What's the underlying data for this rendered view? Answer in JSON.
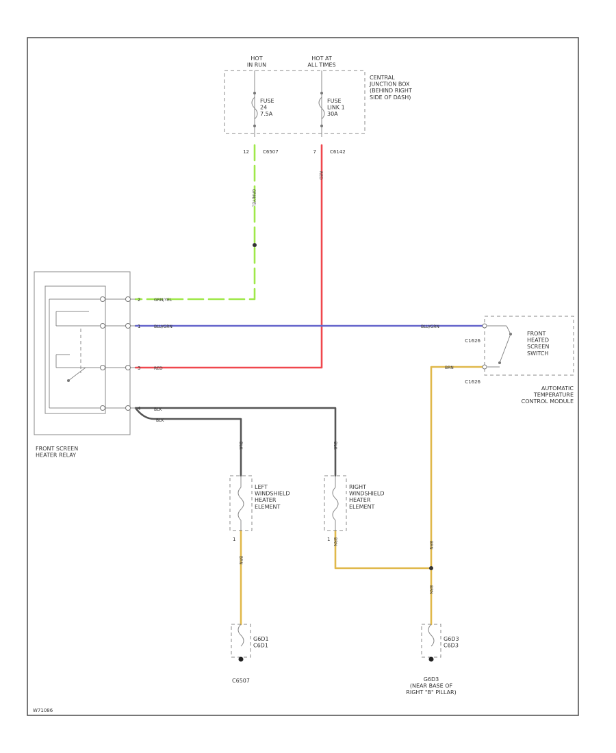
{
  "colors": {
    "grn_yel": "#9fe84a",
    "red": "#f0474d",
    "blu": "#6666cc",
    "blk": "#555555",
    "brn": "#e0b84a",
    "frame": "#555555"
  },
  "fuse_box": {
    "hot_run": "HOT\nIN RUN",
    "hot_all_times": "HOT AT\nALL TIMES",
    "label": "CENTRAL\nJUNCTION BOX\n(BEHIND RIGHT\nSIDE OF DASH)",
    "fuse_a": "FUSE\n24\n7.5A",
    "fuse_b": "FUSE\nLINK 1\n30A",
    "pin_a": "12",
    "conn_a": "C6507",
    "pin_b": "7",
    "conn_b": "C6142"
  },
  "relay": {
    "label": "FRONT SCREEN\nHEATER RELAY",
    "pins": [
      "2",
      "1",
      "3",
      "4"
    ]
  },
  "module": {
    "switch_label": "FRONT\nHEATED\nSCREEN\nSWITCH",
    "label": "AUTOMATIC\nTEMPERATURE\nCONTROL MODULE",
    "conn_a": "C1626",
    "conn_b": "C1626"
  },
  "elements": {
    "left": "LEFT\nWINDSHIELD\nHEATER\nELEMENT",
    "right": "RIGHT\nWINDSHIELD\nHEATER\nELEMENT"
  },
  "grounds": {
    "left_label": "C6507",
    "left_ground": "G6D1\nC6D1",
    "right_ground": "G6D3\nC6D3",
    "right_label": "G6D3\n(NEAR BASE OF\nRIGHT \"B\" PILLAR)"
  },
  "wires": {
    "grn_yel": "GRN/YEL",
    "red": "RED",
    "blu_grn": "BLU/GRN",
    "blk": "BLK",
    "brn": "BRN",
    "pin_1": "1"
  },
  "footer": {
    "code": "W71086"
  }
}
